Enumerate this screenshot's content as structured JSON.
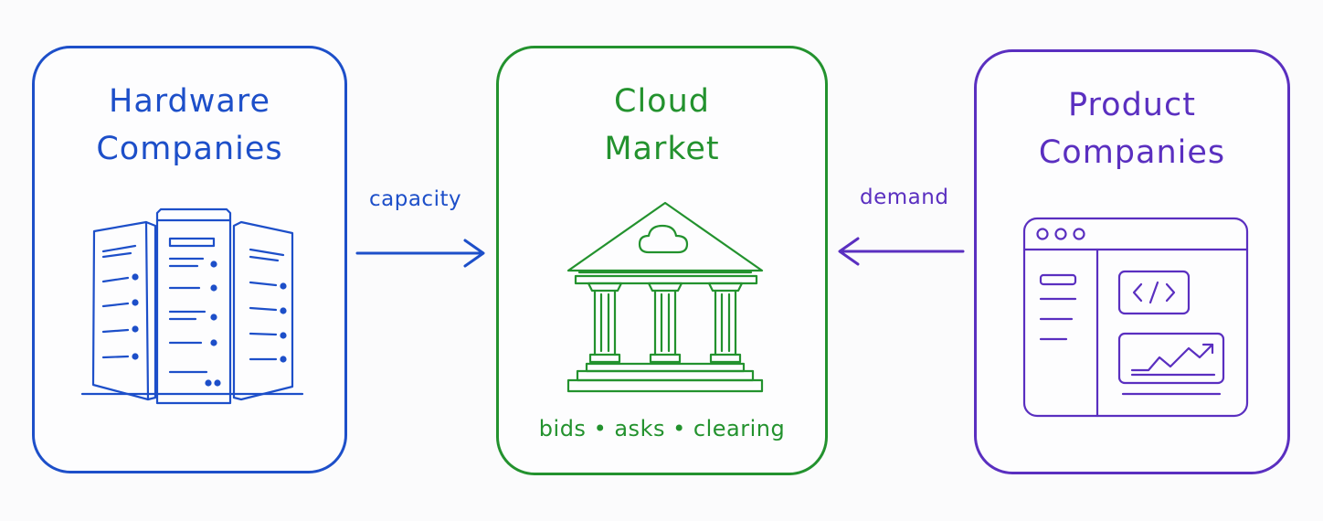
{
  "colors": {
    "hardware": "#1d4fc9",
    "market": "#23922e",
    "product": "#5a2fc0"
  },
  "hardware": {
    "title_line1": "Hardware",
    "title_line2": "Companies",
    "icon": "server-racks-icon"
  },
  "market": {
    "title_line1": "Cloud",
    "title_line2": "Market",
    "icon": "bank-with-cloud-icon",
    "subtitle": "bids • asks • clearing"
  },
  "product": {
    "title_line1": "Product",
    "title_line2": "Companies",
    "icon": "browser-app-icon"
  },
  "flows": {
    "capacity_label": "capacity",
    "demand_label": "demand"
  }
}
